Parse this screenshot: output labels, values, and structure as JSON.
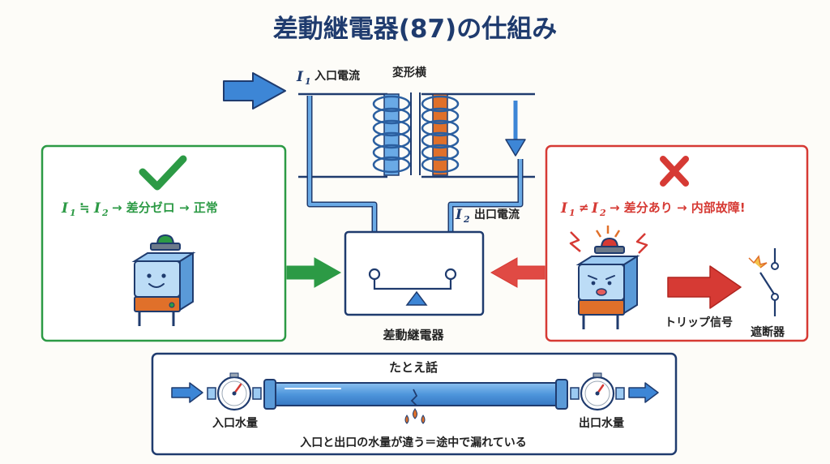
{
  "title": "差動継電器(87)の仕組み",
  "transformer": {
    "label": "変形横",
    "input_symbol": "I",
    "input_sub": "1",
    "input_label": "入口電流",
    "output_symbol": "I",
    "output_sub": "2",
    "output_label": "出口電流"
  },
  "relay": {
    "label": "差動継電器"
  },
  "normal": {
    "sym1": "I",
    "sub1": "1",
    "op": "≒",
    "sym2": "I",
    "sub2": "2",
    "text": "→ 差分ゼロ → 正常",
    "color": "#2c9a45"
  },
  "fault": {
    "sym1": "I",
    "sub1": "1",
    "op": "≠",
    "sym2": "I",
    "sub2": "2",
    "text": "→ 差分あり → 内部故障!",
    "color": "#d63a34",
    "trip_label": "トリップ信号",
    "breaker_label": "遮断器"
  },
  "analogy": {
    "title": "たとえ話",
    "inlet_label": "入口水量",
    "outlet_label": "出口水量",
    "caption": "入口と出口の水量が違う＝途中で漏れている"
  },
  "colors": {
    "blue": "#3d86d6",
    "dark_blue": "#1f3b6e",
    "green": "#2c9a45",
    "red": "#d63a34",
    "orange": "#e0702a"
  }
}
